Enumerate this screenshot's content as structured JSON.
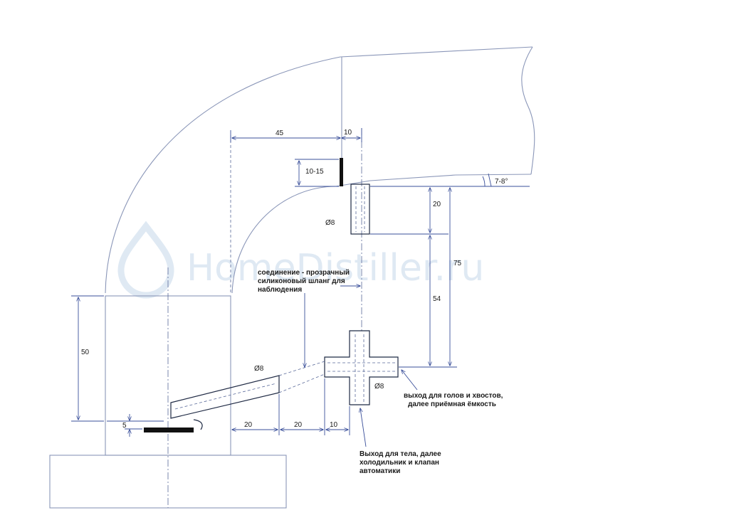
{
  "watermark": "HomeDistiller.ru",
  "dimensions": {
    "d45": "45",
    "d10_top": "10",
    "d10_15": "10-15",
    "angle": "7-8°",
    "d20_right": "20",
    "d75": "75",
    "d54": "54",
    "dia_top": "Ø8",
    "dia_left": "Ø8",
    "dia_cross": "Ø8",
    "d50": "50",
    "d5": "5",
    "d20_a": "20",
    "d20_b": "20",
    "d10_bottom": "10"
  },
  "notes": {
    "hose_line1": "соединение - прозрачный",
    "hose_line2": "силиконовый шланг для",
    "hose_line3": "наблюдения",
    "heads_line1": "выход для голов и хвостов,",
    "heads_line2": "далее приёмная ёмкость",
    "body_line1": "Выход для тела, далее",
    "body_line2": "холодильник и клапан",
    "body_line3": "автоматики"
  },
  "colors": {
    "pencil": "#8a96b8",
    "dimension": "#3a4f9a",
    "part": "#1f2a44",
    "watermark": "#dfe9f3"
  }
}
